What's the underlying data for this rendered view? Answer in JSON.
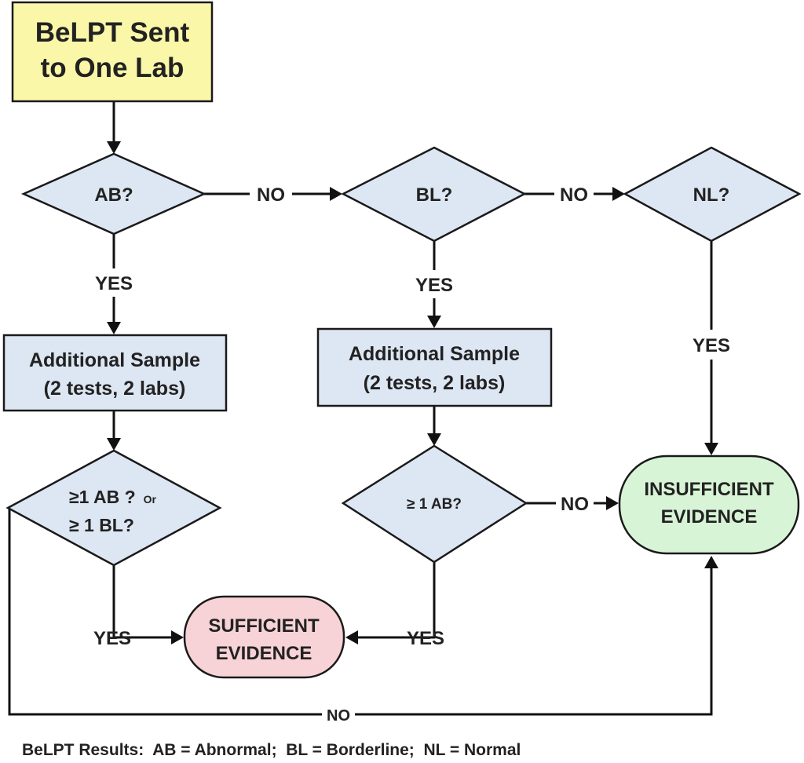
{
  "start": {
    "line1": "BeLPT Sent",
    "line2": "to One Lab"
  },
  "decisions": {
    "ab": "AB?",
    "bl": "BL?",
    "nl": "NL?",
    "left_test_line1_ge": "≥",
    "left_test_line1_rest": "1 AB ?",
    "left_test_line1_or": "Or",
    "left_test_line2_ge": "≥",
    "left_test_line2_rest": " 1  BL?",
    "right_test_ge": "≥",
    "right_test_rest": " 1 AB?"
  },
  "processes": {
    "left_line1": "Additional Sample",
    "left_line2": "(2 tests, 2 labs)",
    "right_line1": "Additional Sample",
    "right_line2": "(2 tests, 2 labs)"
  },
  "terminals": {
    "sufficient_line1": "SUFFICIENT",
    "sufficient_line2": "EVIDENCE",
    "insufficient_line1": "INSUFFICIENT",
    "insufficient_line2": "EVIDENCE"
  },
  "edges": {
    "ab_to_bl": "NO",
    "bl_to_nl": "NO",
    "ab_yes": "YES",
    "bl_yes": "YES",
    "nl_yes": "YES",
    "right_test_no": "NO",
    "left_test_yes": "YES",
    "right_test_yes": "YES",
    "bottom_no": "NO"
  },
  "legend": "BeLPT Results:  AB = Abnormal;  BL = Borderline;  NL = Normal"
}
